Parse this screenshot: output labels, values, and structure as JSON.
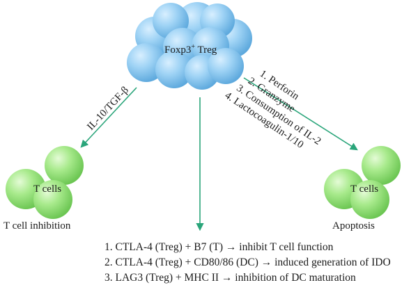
{
  "treg": {
    "label_main": "Foxp3",
    "label_sup": "+",
    "label_rest": " Treg"
  },
  "left_branch": {
    "arrow_label": "IL-10/TGF-β",
    "cells_label": "T cells",
    "caption": "T cell inhibition"
  },
  "right_branch": {
    "arrow_labels": [
      "1. Perforin",
      "2. Granzyme",
      "3. Consumption of IL-2",
      "4. Lactocoagulin-1/10"
    ],
    "cells_label": "T cells",
    "caption": "Apoptosis"
  },
  "center_branch": {
    "mechanisms": [
      "1. CTLA-4 (Treg) + B7 (T) → inhibit T cell function",
      "2. CTLA-4 (Treg) + CD80/86 (DC) → induced generation of IDO",
      "3. LAG3 (Treg) + MHC II → inhibition of DC maturation"
    ]
  },
  "colors": {
    "treg_sphere": "#8ec9f0",
    "tcell_sphere": "#a6e88c",
    "arrow": "#2aa57a"
  }
}
